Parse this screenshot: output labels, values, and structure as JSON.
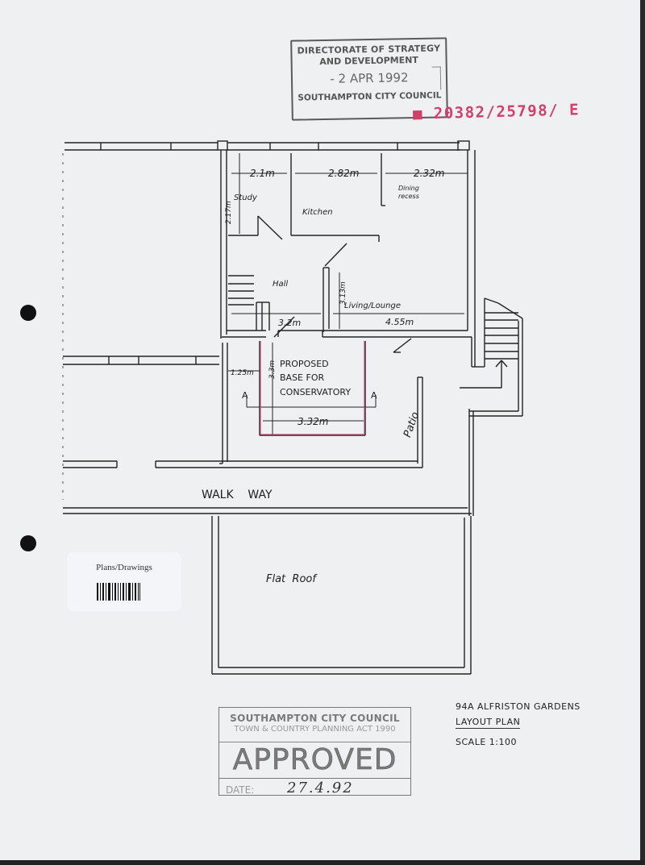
{
  "document": {
    "type": "Architectural layout plan (scanned planning application drawing)",
    "paper_color": "#eef0f2",
    "ink_color": "#222222",
    "stamp_red": "#d0406a"
  },
  "received_stamp": {
    "line1": "DIRECTORATE OF STRATEGY",
    "line2": "AND DEVELOPMENT",
    "date": "- 2 APR 1992",
    "line4": "SOUTHAMPTON CITY COUNCIL"
  },
  "reference_number": "■ 20382/25798/ E",
  "file_label": {
    "text": "Plans/Drawings",
    "barcode": "barcode-icon"
  },
  "plan": {
    "rooms": {
      "study": "Study",
      "kitchen": "Kitchen",
      "dining_recess": "Dining recess",
      "hall": "Hall",
      "living_lounge": "Living/Lounge",
      "patio": "Patio",
      "walkway": "WALK WAY",
      "flat_roof": "Flat Roof"
    },
    "dimensions": {
      "study_width": "2.1m",
      "kitchen_width": "2.82m",
      "dining_width": "2.32m",
      "study_depth": "2.17m",
      "hall_width": "3.2m",
      "lounge_width": "4.55m",
      "lounge_depth": "3.13m",
      "conservatory_offset": "1.25m",
      "conservatory_depth": "3.3m",
      "conservatory_width": "3.32m"
    },
    "annotation": {
      "line1": "PROPOSED",
      "line2": "BASE FOR",
      "line3": "CONSERVATORY"
    },
    "section_markers": [
      "A",
      "A"
    ]
  },
  "approval_stamp": {
    "council": "SOUTHAMPTON CITY COUNCIL",
    "act": "TOWN & COUNTRY PLANNING ACT 1990",
    "status": "APPROVED",
    "date_label": "DATE:",
    "date_value": "27.4.92"
  },
  "title_block": {
    "address": "94A ALFRISTON GARDENS",
    "title": "LAYOUT PLAN",
    "scale": "SCALE 1:100"
  }
}
